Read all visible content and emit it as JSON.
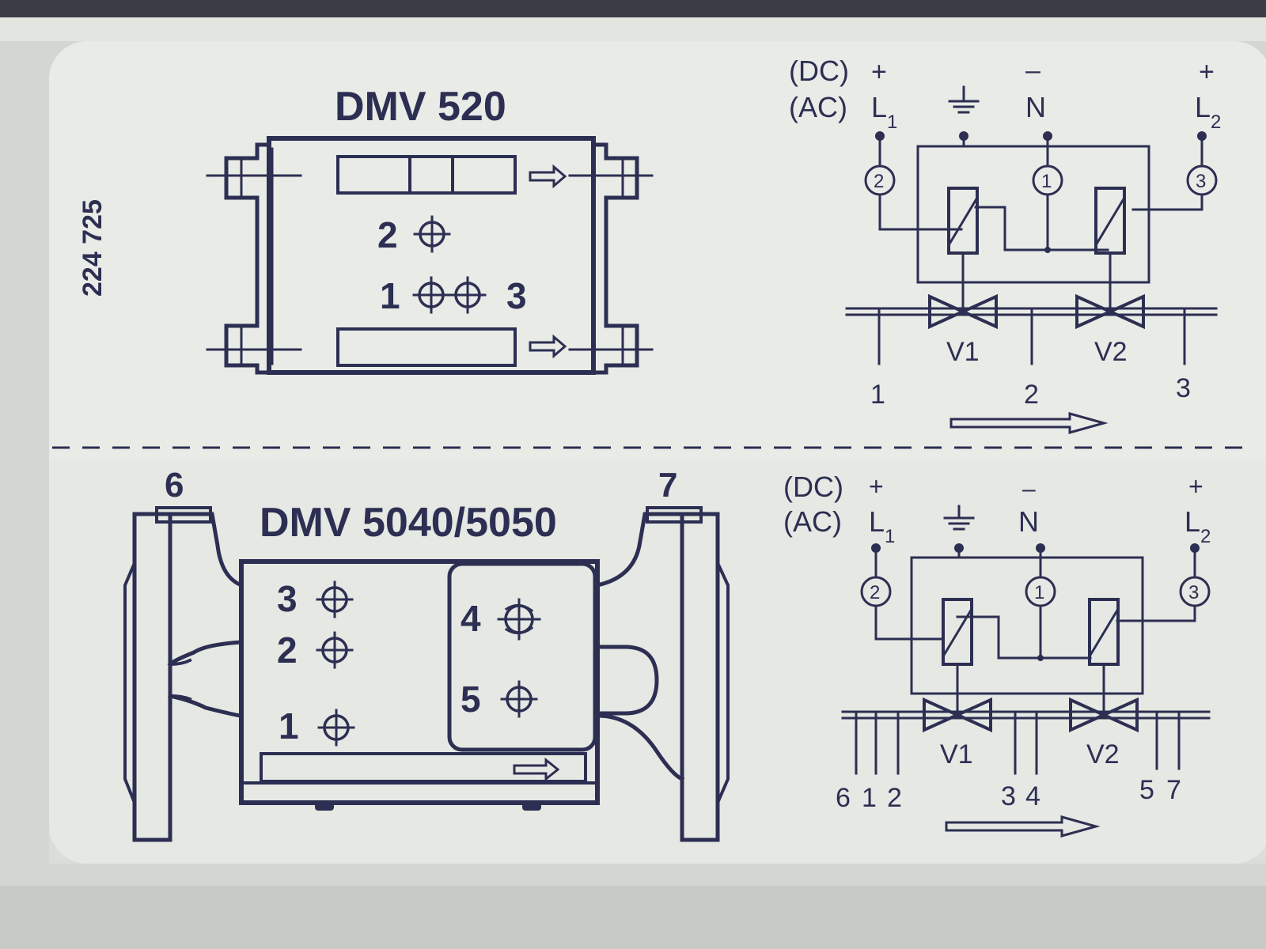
{
  "colors": {
    "ink": "#2c2f52",
    "label_bg": "#e8ebe6",
    "housing": "#d6d9d3"
  },
  "label": {
    "part_number": "224 725"
  },
  "top": {
    "title": "DMV 520",
    "points": {
      "p1": "1",
      "p2": "2",
      "p3": "3"
    },
    "wiring": {
      "dc_label": "(DC)",
      "ac_label": "(AC)",
      "dc_plus_left": "+",
      "dc_minus": "–",
      "dc_plus_right": "+",
      "l1": "L",
      "l1_sub": "1",
      "n": "N",
      "l2": "L",
      "l2_sub": "2",
      "term_left": "2",
      "term_mid": "1",
      "term_right": "3",
      "v1": "V1",
      "v2": "V2",
      "pipe_ports": [
        "1",
        "2",
        "3"
      ]
    }
  },
  "bottom": {
    "title": "DMV 5040/5050",
    "flange_left": "6",
    "flange_right": "7",
    "points": {
      "p1": "1",
      "p2": "2",
      "p3": "3",
      "p4": "4",
      "p5": "5"
    },
    "wiring": {
      "dc_label": "(DC)",
      "ac_label": "(AC)",
      "dc_plus_left": "+",
      "dc_minus": "–",
      "dc_plus_right": "+",
      "l1": "L",
      "l1_sub": "1",
      "n": "N",
      "l2": "L",
      "l2_sub": "2",
      "term_left": "2",
      "term_mid": "1",
      "term_right": "3",
      "v1": "V1",
      "v2": "V2",
      "pipe_ports": [
        "6",
        "1",
        "2",
        "3",
        "4",
        "5",
        "7"
      ]
    }
  }
}
